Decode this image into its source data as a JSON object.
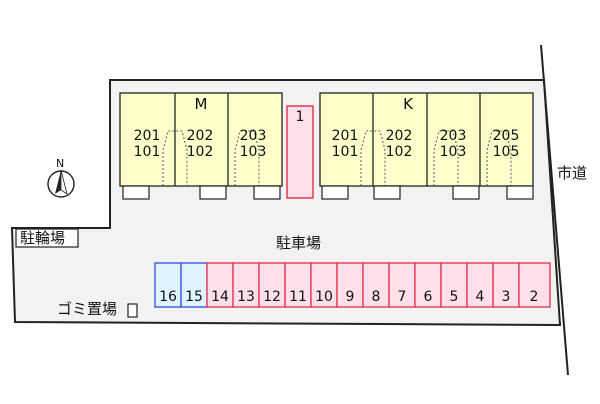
{
  "labels": {
    "bicycle_parking": "駐輪場",
    "parking_lot": "駐車場",
    "city_road": "市道",
    "garbage": "ゴミ置場",
    "north": "N"
  },
  "building_m": {
    "name": "M",
    "units": [
      {
        "upper": "201",
        "lower": "101"
      },
      {
        "upper": "202",
        "lower": "102"
      },
      {
        "upper": "203",
        "lower": "103"
      }
    ]
  },
  "building_k": {
    "name": "K",
    "units": [
      {
        "upper": "201",
        "lower": "101"
      },
      {
        "upper": "202",
        "lower": "102"
      },
      {
        "upper": "203",
        "lower": "103"
      },
      {
        "upper": "205",
        "lower": "105"
      }
    ]
  },
  "center_space": "1",
  "spaces": [
    "16",
    "15",
    "14",
    "13",
    "12",
    "11",
    "10",
    "9",
    "8",
    "7",
    "6",
    "5",
    "4",
    "3",
    "2"
  ],
  "colors": {
    "building_fill": "#ffffcc",
    "red_space_fill": "#ffe0ea",
    "red_space_stroke": "#e0203a",
    "blue_space_fill": "#dff4ff",
    "blue_space_stroke": "#2a3cd8",
    "lot_fill": "#f2f2f2"
  }
}
